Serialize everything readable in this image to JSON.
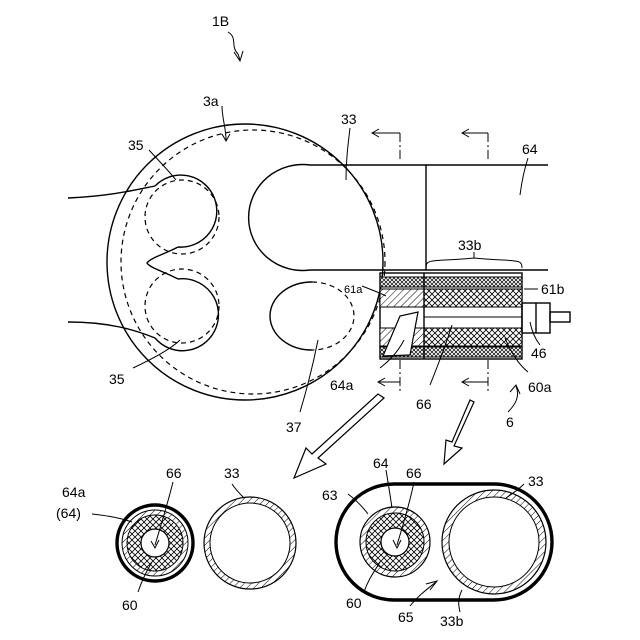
{
  "figure": {
    "title": "1B",
    "labels": {
      "l_3a": "3a",
      "l_33_top": "33",
      "l_35_top": "35",
      "l_35_bottom": "35",
      "l_64_top": "64",
      "l_33b_top": "33b",
      "l_61a": "61a",
      "l_61b": "61b",
      "l_46": "46",
      "l_64a_mid": "64a",
      "l_66_mid": "66",
      "l_60a": "60a",
      "l_6": "6",
      "l_37": "37",
      "l_64a_left": "64a",
      "l_64_paren": "(64)",
      "l_66_left": "66",
      "l_33_left": "33",
      "l_60_left": "60",
      "l_64_right": "64",
      "l_66_right": "66",
      "l_63": "63",
      "l_33_right": "33",
      "l_60_right": "60",
      "l_65": "65",
      "l_33b_right": "33b"
    }
  }
}
